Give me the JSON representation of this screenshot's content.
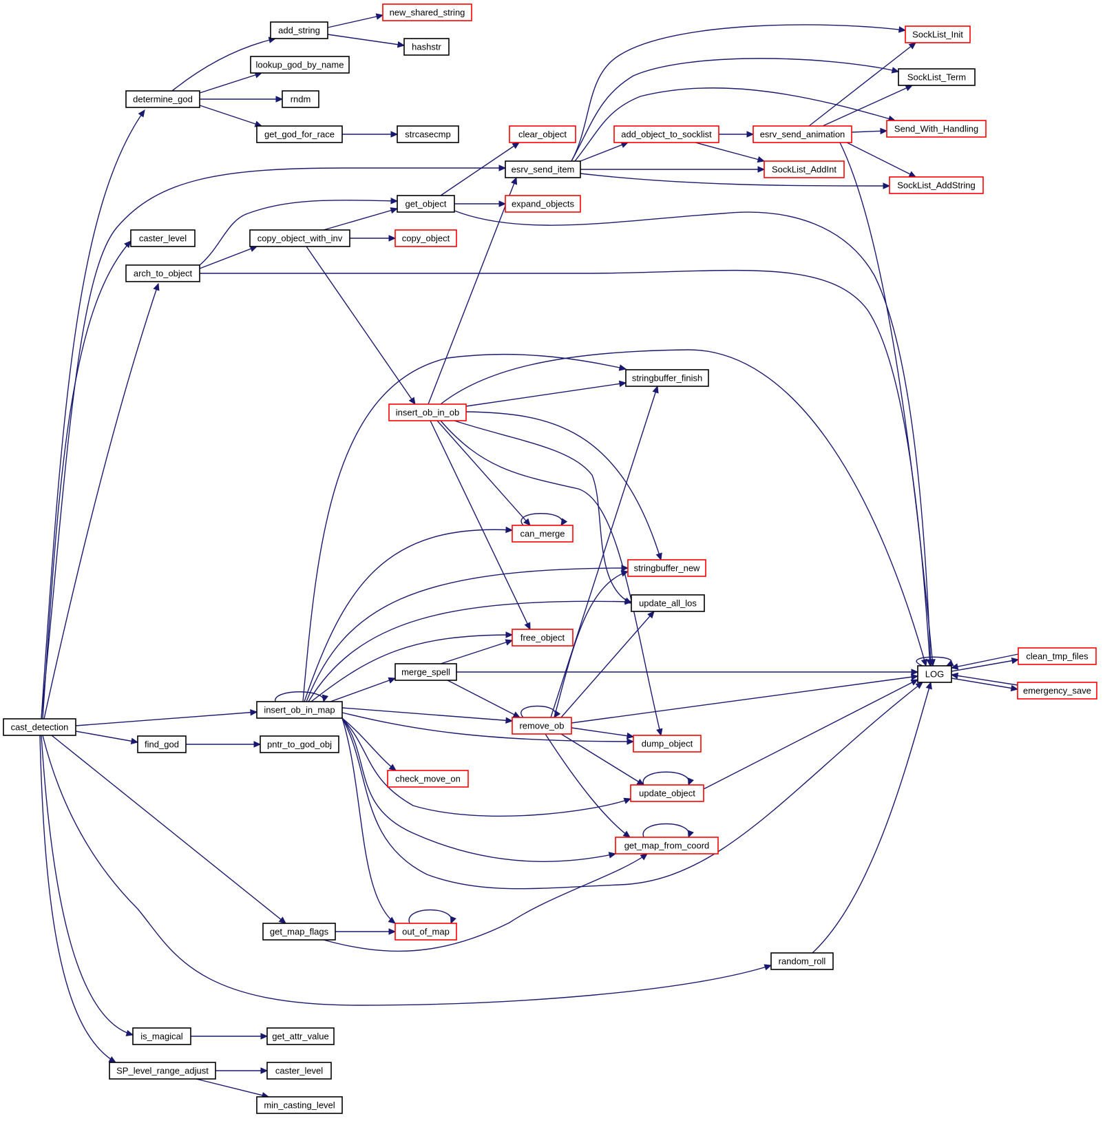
{
  "diagram": {
    "title": "cast_detection call graph",
    "colors": {
      "edge": "#191970",
      "documented": "#000000",
      "undocumented": "#ff0000",
      "root_fill": "#bfbfbf",
      "node_fill": "#ffffff"
    },
    "nodes": [
      {
        "id": "cast_detection",
        "label": "cast_detection",
        "kind": "root"
      },
      {
        "id": "determine_god",
        "label": "determine_god",
        "kind": "documented"
      },
      {
        "id": "add_string",
        "label": "add_string",
        "kind": "documented"
      },
      {
        "id": "new_shared_string",
        "label": "new_shared_string",
        "kind": "undocumented"
      },
      {
        "id": "hashstr",
        "label": "hashstr",
        "kind": "documented"
      },
      {
        "id": "lookup_god_by_name",
        "label": "lookup_god_by_name",
        "kind": "documented"
      },
      {
        "id": "rndm",
        "label": "rndm",
        "kind": "documented"
      },
      {
        "id": "get_god_for_race",
        "label": "get_god_for_race",
        "kind": "documented"
      },
      {
        "id": "strcasecmp",
        "label": "strcasecmp",
        "kind": "documented"
      },
      {
        "id": "caster_level_a",
        "label": "caster_level",
        "kind": "documented"
      },
      {
        "id": "arch_to_object",
        "label": "arch_to_object",
        "kind": "documented"
      },
      {
        "id": "copy_object_with_inv",
        "label": "copy_object_with_inv",
        "kind": "documented"
      },
      {
        "id": "get_object",
        "label": "get_object",
        "kind": "documented"
      },
      {
        "id": "copy_object",
        "label": "copy_object",
        "kind": "undocumented"
      },
      {
        "id": "expand_objects",
        "label": "expand_objects",
        "kind": "undocumented"
      },
      {
        "id": "clear_object",
        "label": "clear_object",
        "kind": "undocumented"
      },
      {
        "id": "esrv_send_item",
        "label": "esrv_send_item",
        "kind": "documented"
      },
      {
        "id": "add_object_to_socklist",
        "label": "add_object_to_socklist",
        "kind": "undocumented"
      },
      {
        "id": "esrv_send_animation",
        "label": "esrv_send_animation",
        "kind": "undocumented"
      },
      {
        "id": "SockList_Init",
        "label": "SockList_Init",
        "kind": "undocumented"
      },
      {
        "id": "SockList_Term",
        "label": "SockList_Term",
        "kind": "documented"
      },
      {
        "id": "Send_With_Handling",
        "label": "Send_With_Handling",
        "kind": "undocumented"
      },
      {
        "id": "SockList_AddInt",
        "label": "SockList_AddInt",
        "kind": "undocumented"
      },
      {
        "id": "SockList_AddString",
        "label": "SockList_AddString",
        "kind": "undocumented"
      },
      {
        "id": "stringbuffer_finish",
        "label": "stringbuffer_finish",
        "kind": "documented"
      },
      {
        "id": "insert_ob_in_ob",
        "label": "insert_ob_in_ob",
        "kind": "undocumented"
      },
      {
        "id": "can_merge",
        "label": "can_merge",
        "kind": "undocumented"
      },
      {
        "id": "stringbuffer_new",
        "label": "stringbuffer_new",
        "kind": "undocumented"
      },
      {
        "id": "update_all_los",
        "label": "update_all_los",
        "kind": "documented"
      },
      {
        "id": "free_object",
        "label": "free_object",
        "kind": "undocumented"
      },
      {
        "id": "merge_spell",
        "label": "merge_spell",
        "kind": "documented"
      },
      {
        "id": "insert_ob_in_map",
        "label": "insert_ob_in_map",
        "kind": "documented"
      },
      {
        "id": "remove_ob",
        "label": "remove_ob",
        "kind": "undocumented"
      },
      {
        "id": "dump_object",
        "label": "dump_object",
        "kind": "undocumented"
      },
      {
        "id": "find_god",
        "label": "find_god",
        "kind": "documented"
      },
      {
        "id": "pntr_to_god_obj",
        "label": "pntr_to_god_obj",
        "kind": "documented"
      },
      {
        "id": "check_move_on",
        "label": "check_move_on",
        "kind": "undocumented"
      },
      {
        "id": "update_object",
        "label": "update_object",
        "kind": "undocumented"
      },
      {
        "id": "get_map_from_coord",
        "label": "get_map_from_coord",
        "kind": "undocumented"
      },
      {
        "id": "LOG",
        "label": "LOG",
        "kind": "documented"
      },
      {
        "id": "clean_tmp_files",
        "label": "clean_tmp_files",
        "kind": "undocumented"
      },
      {
        "id": "emergency_save",
        "label": "emergency_save",
        "kind": "undocumented"
      },
      {
        "id": "get_map_flags",
        "label": "get_map_flags",
        "kind": "documented"
      },
      {
        "id": "out_of_map",
        "label": "out_of_map",
        "kind": "undocumented"
      },
      {
        "id": "random_roll",
        "label": "random_roll",
        "kind": "documented"
      },
      {
        "id": "is_magical",
        "label": "is_magical",
        "kind": "documented"
      },
      {
        "id": "get_attr_value",
        "label": "get_attr_value",
        "kind": "documented"
      },
      {
        "id": "SP_level_range_adjust",
        "label": "SP_level_range_adjust",
        "kind": "documented"
      },
      {
        "id": "caster_level_b",
        "label": "caster_level",
        "kind": "documented"
      },
      {
        "id": "min_casting_level",
        "label": "min_casting_level",
        "kind": "documented"
      }
    ]
  }
}
